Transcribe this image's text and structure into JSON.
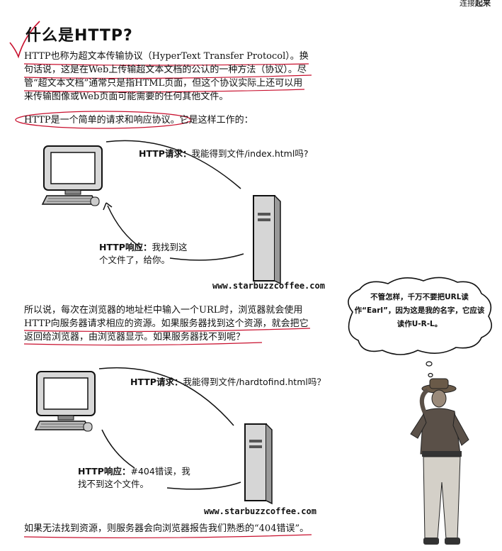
{
  "header": {
    "corner_plain": "连接",
    "corner_bold": "起来"
  },
  "title": "什么是HTTP?",
  "paragraphs": {
    "intro": "HTTP也称为超文本传输协议（HyperText Transfer Protocol）。换句话说，这是在Web上传输超文本文档的公认的一种方法（协议）。尽管“超文本文档”通常只是指HTML页面，但这个协议实际上还可以用来传输图像或Web页面可能需要的任何其他文件。",
    "simple": "HTTP是一个简单的请求和响应协议。它是这样工作的：",
    "middle": "所以说，每次在浏览器的地址栏中输入一个URL时，浏览器就会使用HTTP向服务器请求相应的资源。如果服务器找到这个资源，就会把它返回给浏览器，由浏览器显示。如果服务器找不到呢？",
    "bottom": "如果无法找到资源，则服务器会向浏览器报告我们熟悉的“404错误”。"
  },
  "diagram1": {
    "request_prefix": "HTTP请求：",
    "request_text": "我能得到文件/index.html吗?",
    "response_prefix": "HTTP响应：",
    "response_text": "我找到这个文件了，给你。",
    "server_url": "www.starbuzzcoffee.com"
  },
  "diagram2": {
    "request_prefix": "HTTP请求：",
    "request_text": "我能得到文件/hardtofind.html吗？",
    "response_prefix": "HTTP响应：",
    "response_text": "#404错误，我找不到这个文件。",
    "server_url": "www.starbuzzcoffee.com"
  },
  "thought_bubble": "不管怎样，千万不要把URL读作“Earl”，因为这是我的名字，它应该读作U-R-L。",
  "colors": {
    "annotation": "#c8102e",
    "ink": "#111111"
  },
  "icons": [
    "computer-icon",
    "server-icon",
    "curved-arrow-icon",
    "cowboy-figure"
  ]
}
